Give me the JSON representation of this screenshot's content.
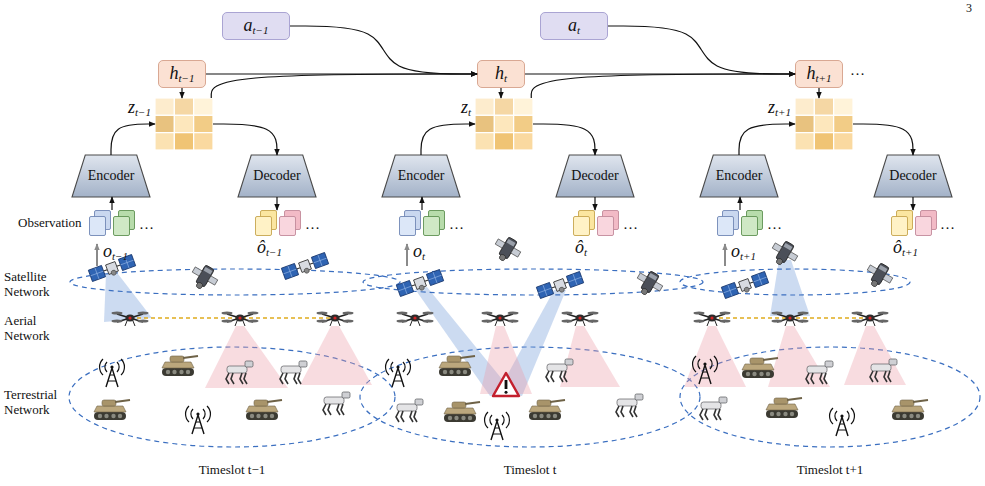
{
  "diagram": {
    "nodes": [
      {
        "text": [
          "at−1"
        ]
      },
      {
        "text": [
          "at"
        ]
      },
      {
        "text": [
          "ht−1"
        ]
      },
      {
        "text": [
          "ht"
        ]
      },
      {
        "text": [
          "ht+1"
        ]
      },
      {
        "text": [
          "zt−1"
        ]
      },
      {
        "text": [
          "zt"
        ]
      },
      {
        "text": [
          "zt+1"
        ]
      },
      {
        "text": [
          "Encoder"
        ]
      },
      {
        "text": [
          "Decoder"
        ]
      },
      {
        "text": [
          "Encoder"
        ]
      },
      {
        "text": [
          "Decoder"
        ]
      },
      {
        "text": [
          "Encoder"
        ]
      },
      {
        "text": [
          "Decoder"
        ]
      },
      {
        "text": [
          "ot−1"
        ]
      },
      {
        "text": [
          "ôt−1"
        ]
      },
      {
        "text": [
          "ot"
        ]
      },
      {
        "text": [
          "ôt"
        ]
      },
      {
        "text": [
          "ot+1"
        ]
      },
      {
        "text": [
          "ôt+1"
        ]
      }
    ],
    "edges": [
      {
        "from": 2,
        "to": 5,
        "arrow": "to"
      },
      {
        "from": 8,
        "to": 5,
        "arrow": "to"
      },
      {
        "from": 5,
        "to": 9,
        "arrow": "to"
      },
      {
        "from": 14,
        "to": 8,
        "arrow": "to"
      },
      {
        "from": 9,
        "to": 15,
        "arrow": "to"
      },
      {
        "from": 2,
        "to": 3,
        "arrow": "to"
      },
      {
        "from": 0,
        "to": 3,
        "arrow": "to"
      },
      {
        "from": 5,
        "to": 3,
        "arrow": "to"
      },
      {
        "from": 3,
        "to": 6,
        "arrow": "to"
      },
      {
        "from": 10,
        "to": 6,
        "arrow": "to"
      },
      {
        "from": 6,
        "to": 11,
        "arrow": "to"
      },
      {
        "from": 16,
        "to": 10,
        "arrow": "to"
      },
      {
        "from": 11,
        "to": 17,
        "arrow": "to"
      },
      {
        "from": 3,
        "to": 4,
        "arrow": "to"
      },
      {
        "from": 1,
        "to": 4,
        "arrow": "to"
      },
      {
        "from": 6,
        "to": 4,
        "arrow": "to"
      },
      {
        "from": 4,
        "to": 7,
        "arrow": "to"
      },
      {
        "from": 12,
        "to": 7,
        "arrow": "to"
      },
      {
        "from": 7,
        "to": 13,
        "arrow": "to"
      },
      {
        "from": 18,
        "to": 12,
        "arrow": "to"
      },
      {
        "from": 13,
        "to": 19,
        "arrow": "to"
      }
    ],
    "labels": [
      "3",
      "Observation",
      "Satellite Network",
      "Aerial Network",
      "Terrestrial Network",
      "Timeslot t−1",
      "Timeslot t",
      "Timeslot t+1",
      "…",
      "…",
      "…",
      "…",
      "…",
      "…",
      "…"
    ]
  }
}
